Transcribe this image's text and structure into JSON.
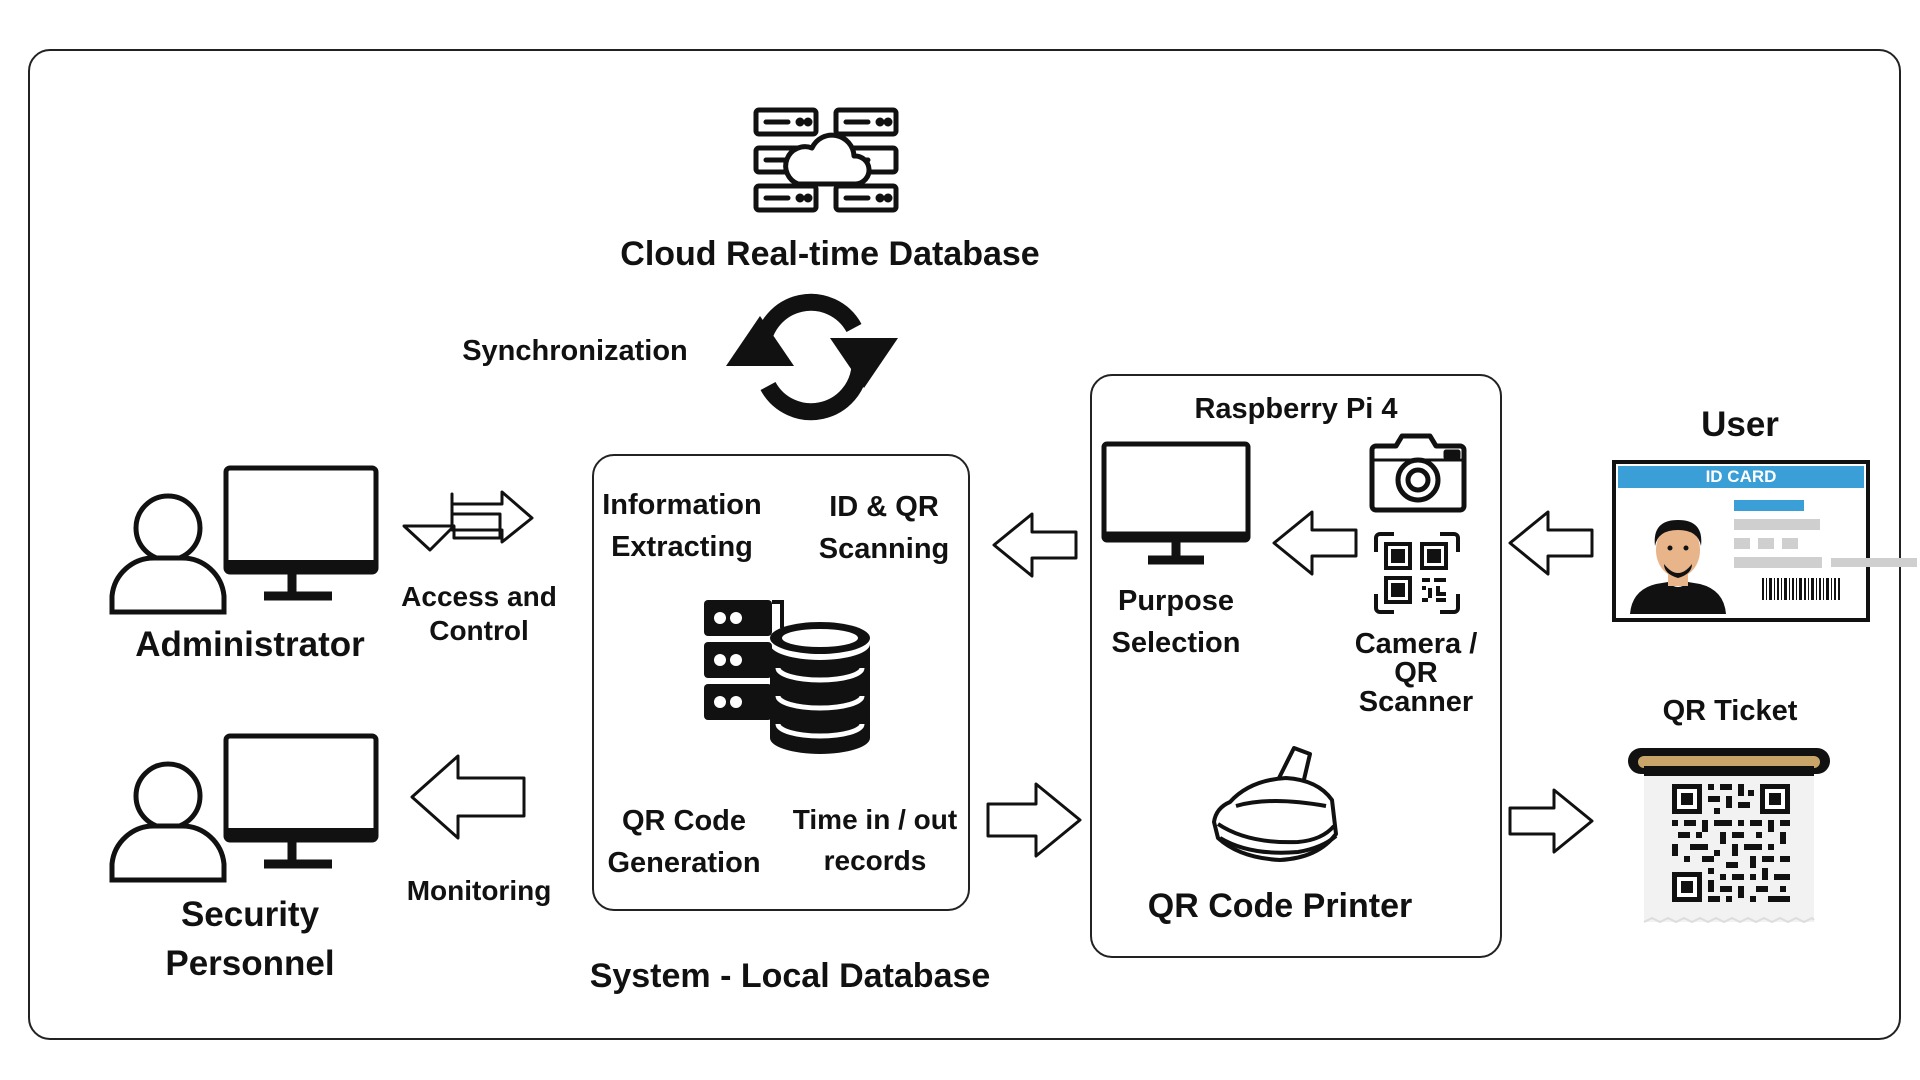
{
  "cloud": {
    "title": "Cloud Real-time Database"
  },
  "sync": {
    "label": "Synchronization"
  },
  "local_db": {
    "caption": "System - Local Database",
    "info": "Information\nExtracting",
    "idqr": "ID & QR\nScanning",
    "qrgen": "QR Code\nGeneration",
    "timeinout": "Time in / out\nrecords"
  },
  "admin": {
    "label": "Administrator",
    "link_label": "Access and\nControl"
  },
  "security": {
    "label": "Security\nPersonnel",
    "link_label": "Monitoring"
  },
  "rpi": {
    "title": "Raspberry Pi 4",
    "purpose": "Purpose\nSelection",
    "camera": "Camera /\nQR\nScanner",
    "printer": "QR Code Printer"
  },
  "user": {
    "label": "User",
    "card_title": "ID CARD"
  },
  "ticket": {
    "label": "QR Ticket"
  },
  "colors": {
    "id_card_blue": "#3a9fd6",
    "placeholder_gray": "#cfcfcf"
  }
}
